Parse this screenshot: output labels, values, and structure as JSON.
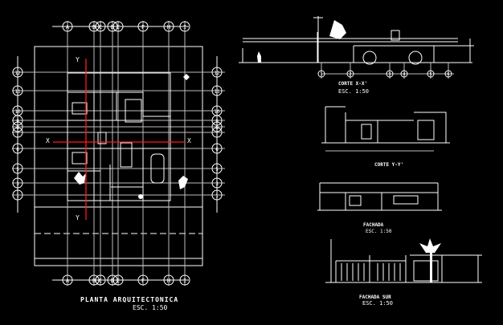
{
  "drawing": {
    "plan": {
      "title": "PLANTA ARQUITECTONICA",
      "scale": "ESC. 1:50",
      "section_x": "X",
      "section_y": "Y",
      "top_axes": [
        "A",
        "B",
        "C",
        "D",
        "E",
        "F",
        "H",
        "I"
      ],
      "left_axes": [
        "12",
        "11",
        "10",
        "9",
        "8",
        "7",
        "6",
        "5",
        "3",
        "1"
      ]
    },
    "views": [
      {
        "title": "CORTE X-X'",
        "scale": "ESC. 1:50",
        "axes": [
          "1",
          "2",
          "3",
          "4",
          "5",
          "6"
        ]
      },
      {
        "title": "CORTE Y-Y'"
      },
      {
        "title": "FACHADA",
        "scale": "ESC. 1:50"
      },
      {
        "title": "FACHADA SUR",
        "scale": "ESC. 1:50"
      }
    ]
  }
}
